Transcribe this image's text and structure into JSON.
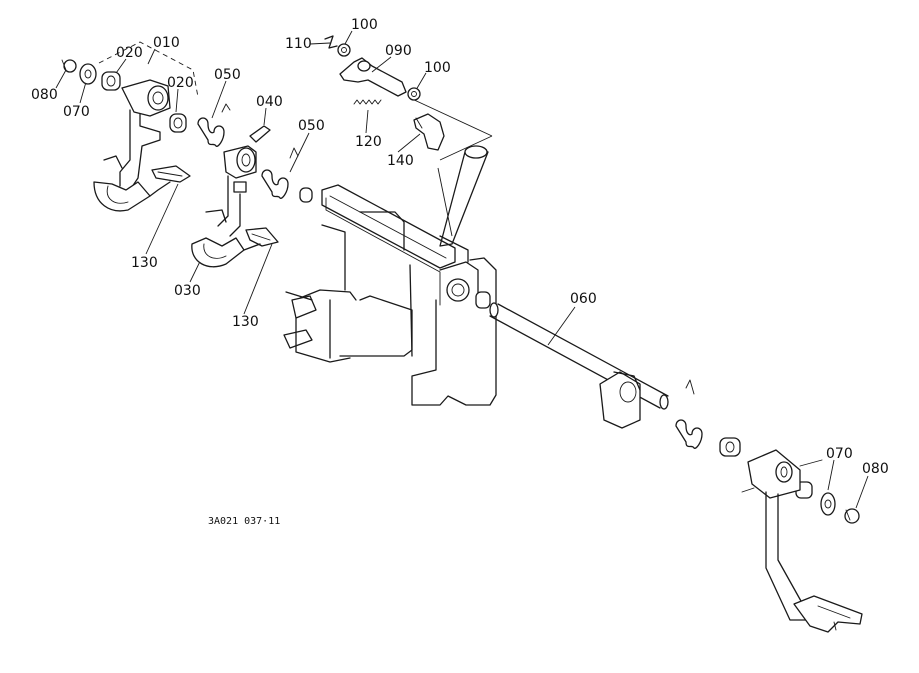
{
  "diagram": {
    "drawing_code": "3A021  037·11",
    "labels": {
      "p010": "010",
      "p020a": "020",
      "p020b": "020",
      "p030": "030",
      "p040": "040",
      "p050a": "050",
      "p050b": "050",
      "p060": "060",
      "p070a": "070",
      "p070b": "070",
      "p080a": "080",
      "p080b": "080",
      "p090": "090",
      "p100a": "100",
      "p100b": "100",
      "p110": "110",
      "p120": "120",
      "p130a": "130",
      "p130b": "130",
      "p140": "140"
    }
  }
}
